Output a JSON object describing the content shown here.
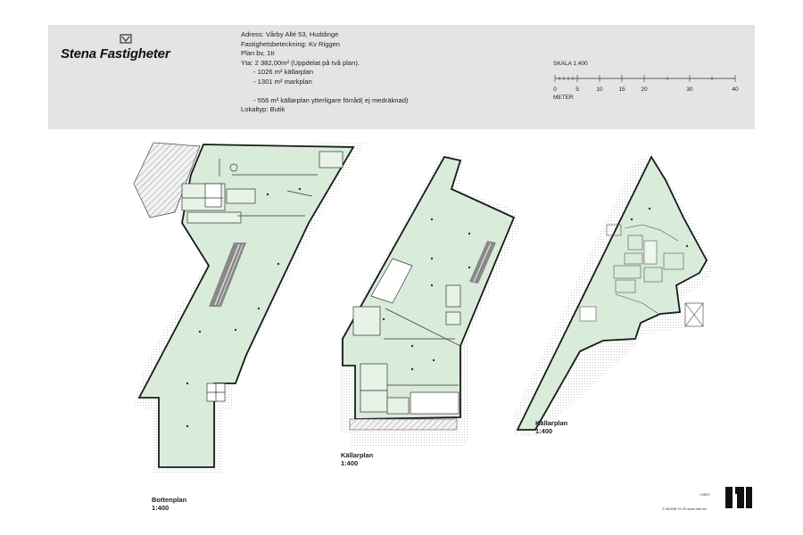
{
  "header": {
    "brand": "Stena Fastigheter",
    "info_lines": [
      "Adress: Vårby Allé 53, Huddinge",
      "Fastighetsbeteckning: Kv Riggen",
      "Plan bv, 1tr",
      "Yta: 2 382,00m² (Uppdelat på två plan).",
      "-      1026 m² källarplan",
      "-      1301 m² markplan",
      "-      556 m² källarplan ytterligare förråd( ej medräknad)",
      "Lokaltyp: Butik"
    ],
    "scale": {
      "title": "SKALA 1:400",
      "ticks": [
        "0",
        "5",
        "10",
        "15",
        "20",
        "30",
        "40"
      ],
      "unit": "METER"
    }
  },
  "plans": {
    "bottenplan": {
      "name": "Bottenplan",
      "scale": "1:400"
    },
    "kallarplan_1": {
      "name": "Källarplan",
      "scale": "1:400"
    },
    "kallarplan_2": {
      "name": "Källarplan",
      "scale": "1:400"
    }
  },
  "footer": {
    "agent_short": "/ MER",
    "contact": "T 08-658 79 00   www.mer.se"
  },
  "colors": {
    "header_bg": "#e4e4e4",
    "floor_fill": "#d8ecd9",
    "wall": "#1a1a1a",
    "ground": "#c9c9c9"
  }
}
